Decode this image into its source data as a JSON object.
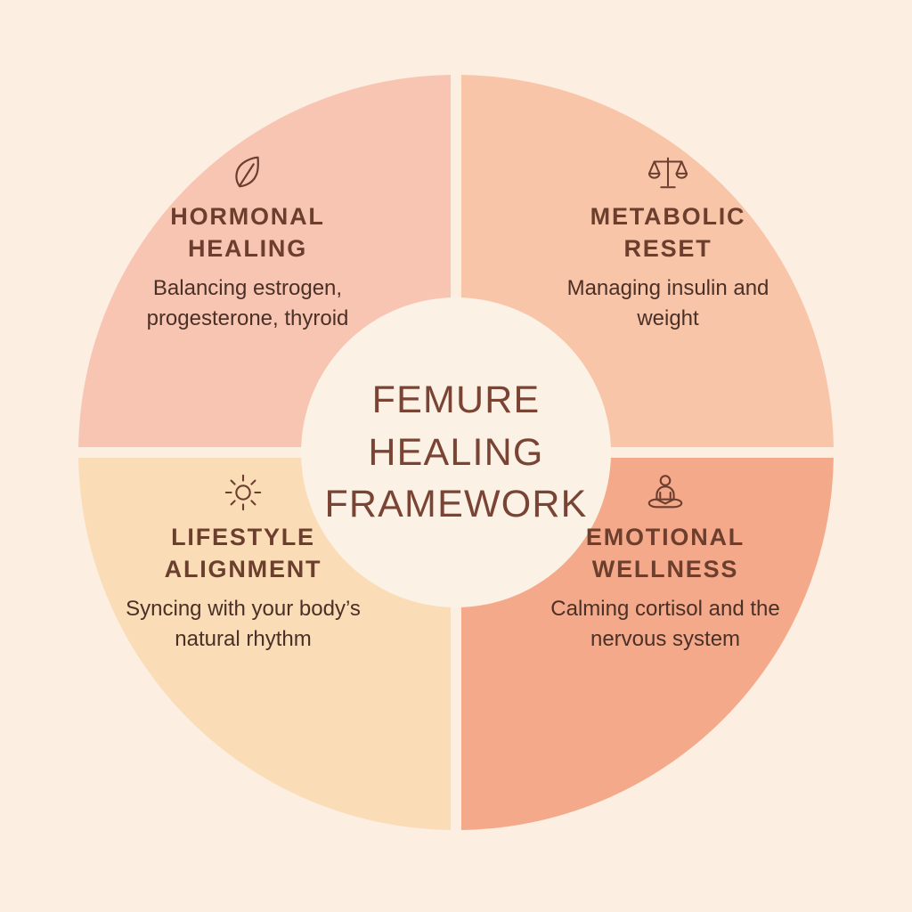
{
  "canvas": {
    "background_color": "#fcefe2",
    "hub_color": "#fbf1e5",
    "heading_color": "#6b3e2e",
    "body_color": "#4a3026",
    "hub_text_color": "#7a4435"
  },
  "hub": {
    "line1": "FEMURE",
    "line2": "HEALING",
    "line3": "FRAMEWORK"
  },
  "chart_data": {
    "type": "pie",
    "title": "FEMURE HEALING FRAMEWORK",
    "legend_position": "inline",
    "categories": [
      "HORMONAL HEALING",
      "METABOLIC RESET",
      "LIFESTYLE ALIGNMENT",
      "EMOTIONAL WELLNESS"
    ],
    "values": [
      25,
      25,
      25,
      25
    ],
    "colors": [
      "#f8c5b3",
      "#f9c5a9",
      "#fadcb7",
      "#f4a98a"
    ]
  },
  "segments": [
    {
      "id": "hormonal-healing",
      "position": "top-left",
      "icon": "leaf-icon",
      "title_line1": "HORMONAL",
      "title_line2": "HEALING",
      "description": "Balancing estrogen, progesterone, thyroid",
      "color": "#f8c5b3"
    },
    {
      "id": "metabolic-reset",
      "position": "top-right",
      "icon": "balance-scale-icon",
      "title_line1": "METABOLIC",
      "title_line2": "RESET",
      "description": "Managing insulin and weight",
      "color": "#f9c5a9"
    },
    {
      "id": "lifestyle-alignment",
      "position": "bottom-left",
      "icon": "sun-icon",
      "title_line1": "LIFESTYLE",
      "title_line2": "ALIGNMENT",
      "description": "Syncing with your body’s natural rhythm",
      "color": "#fadcb7"
    },
    {
      "id": "emotional-wellness",
      "position": "bottom-right",
      "icon": "meditation-icon",
      "title_line1": "EMOTIONAL",
      "title_line2": "WELLNESS",
      "description": "Calming cortisol and the nervous system",
      "color": "#f4a98a"
    }
  ]
}
